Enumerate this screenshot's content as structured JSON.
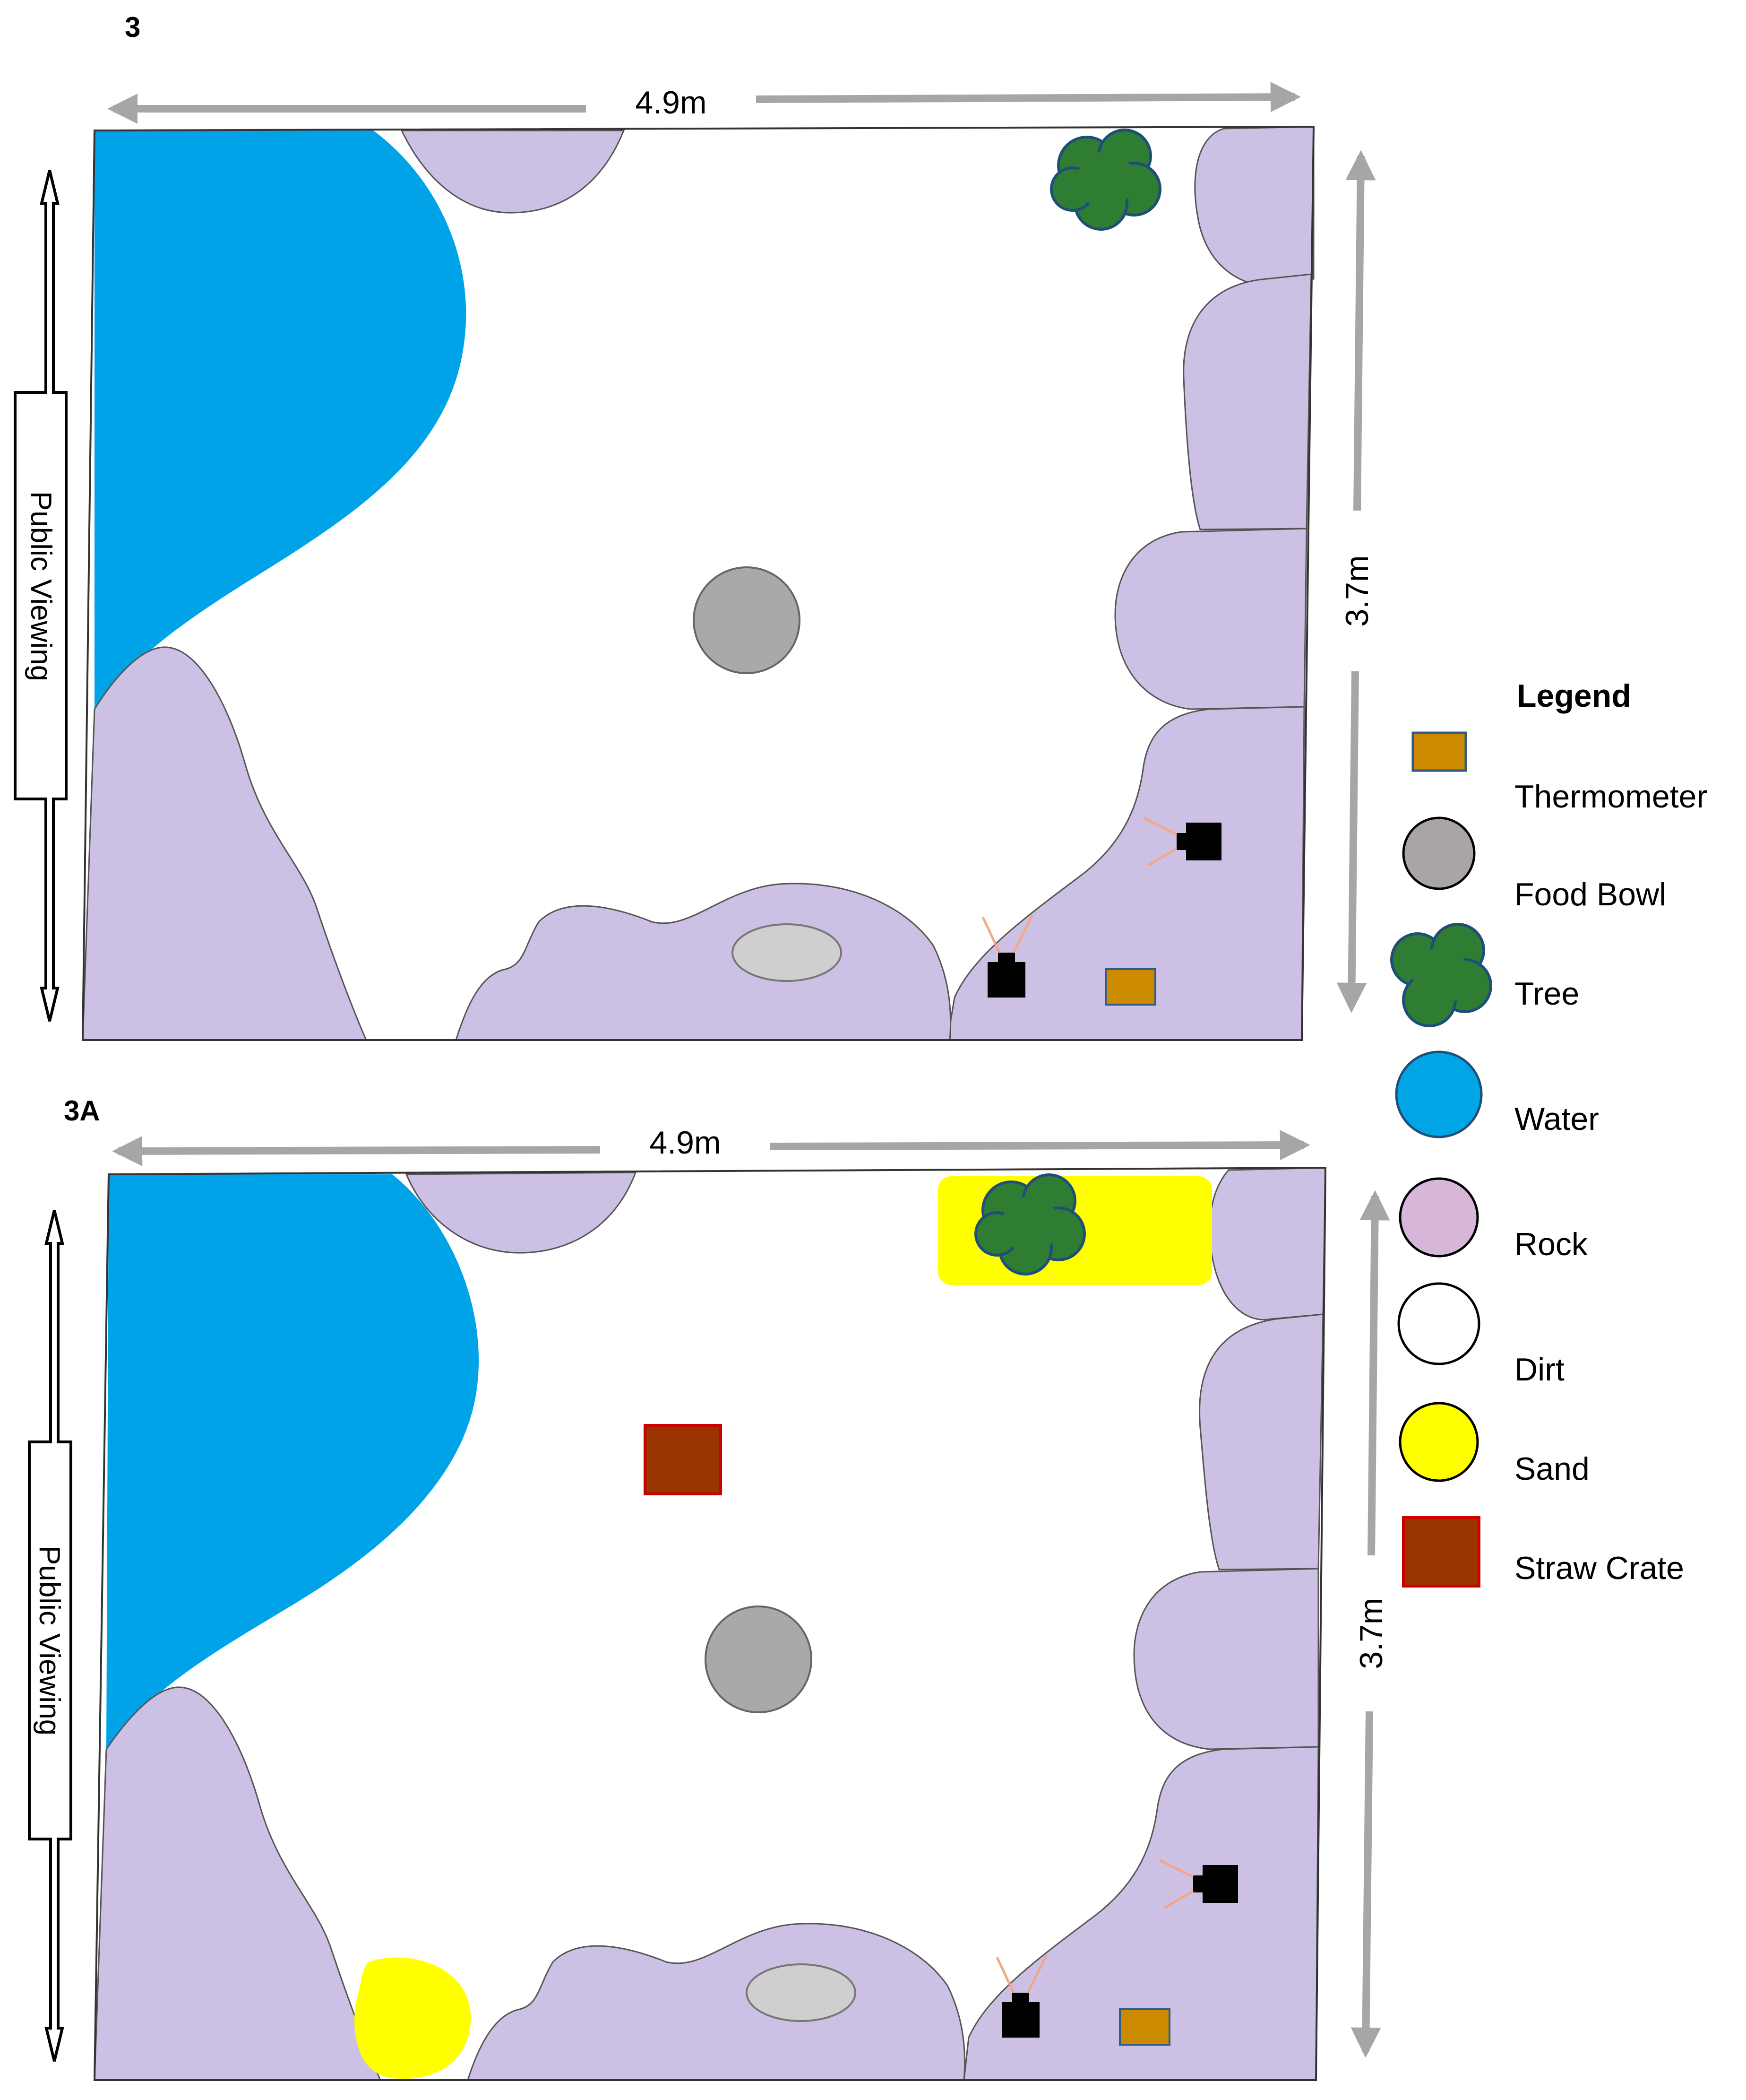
{
  "panels": [
    {
      "label": "3",
      "width_label": "4.9m",
      "height_label": "3.7m",
      "side_label": "Public Viewing",
      "features": [
        "Water",
        "Rock",
        "Dirt",
        "Food Bowl",
        "Tree",
        "Thermometer",
        "Camera"
      ]
    },
    {
      "label": "3A",
      "width_label": "4.9m",
      "height_label": "3.7m",
      "side_label": "Public Viewing",
      "features": [
        "Water",
        "Rock",
        "Dirt",
        "Food Bowl",
        "Tree",
        "Sand",
        "Straw Crate",
        "Thermometer",
        "Camera"
      ]
    }
  ],
  "legend": {
    "title": "Legend",
    "items": [
      {
        "label": "Thermometer",
        "shape": "square",
        "fill": "#CC8A00",
        "stroke": "#2E5C8A"
      },
      {
        "label": "Food Bowl",
        "shape": "circle",
        "fill": "#A9A5A5",
        "stroke": "#000000"
      },
      {
        "label": "Tree",
        "shape": "cloud",
        "fill": "#2E7D32",
        "stroke": "#1F4E79"
      },
      {
        "label": "Water",
        "shape": "circle",
        "fill": "#00A5E5",
        "stroke": "#1F4E79"
      },
      {
        "label": "Rock",
        "shape": "circle",
        "fill": "#D6B7DA",
        "stroke": "#000000"
      },
      {
        "label": "Dirt",
        "shape": "circle",
        "fill": "#FFFFFF",
        "stroke": "#000000"
      },
      {
        "label": "Sand",
        "shape": "circle",
        "fill": "#FFFF00",
        "stroke": "#000000"
      },
      {
        "label": "Straw Crate",
        "shape": "square",
        "fill": "#993300",
        "stroke": "#CC0000"
      }
    ]
  },
  "colors": {
    "water": "#00A3E8",
    "rock": "#CCC1E4",
    "dirt": "#FFFFFF",
    "food_bowl": "#ABA8A8",
    "tree": "#2E7D32",
    "sand": "#FFFF00",
    "straw_crate": "#993300",
    "thermometer": "#CC8A00",
    "arrow": "#A6A6A6",
    "camera": "#000000",
    "camera_lines": "#F4A582"
  }
}
